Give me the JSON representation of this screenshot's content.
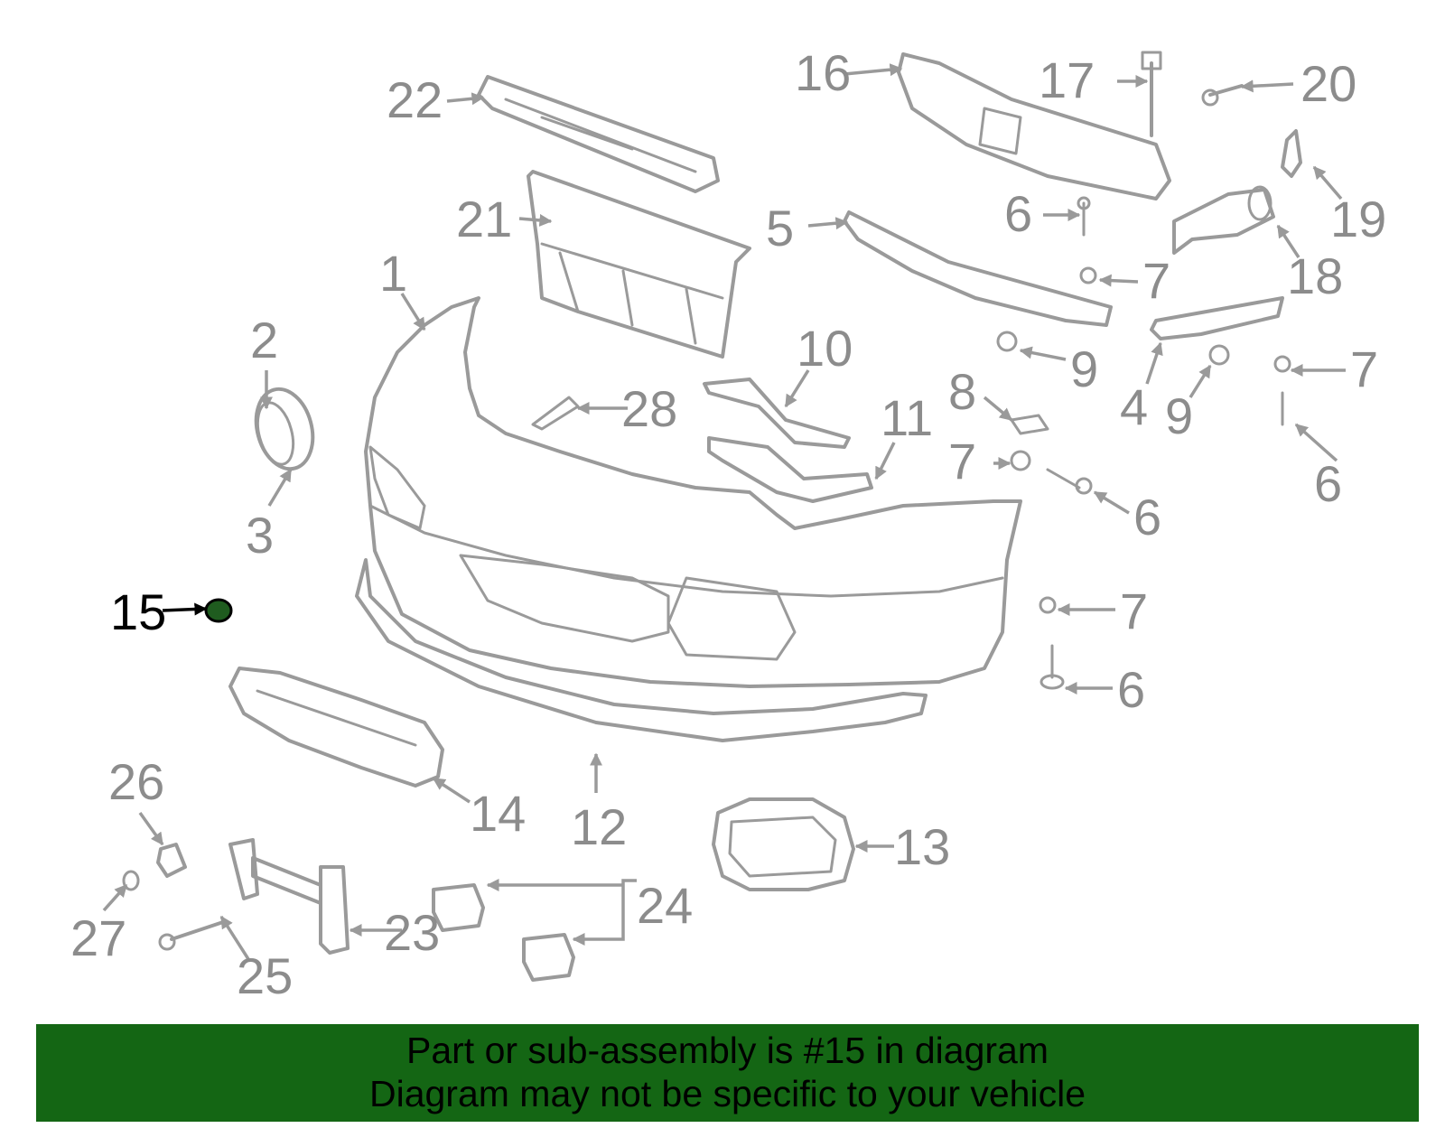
{
  "diagram": {
    "highlighted_part": "15",
    "highlight_color": "#1f5c1f",
    "part_color": "#9a9a9a",
    "callouts": [
      "1",
      "2",
      "3",
      "4",
      "5",
      "6",
      "7",
      "8",
      "9",
      "10",
      "11",
      "12",
      "13",
      "14",
      "15",
      "16",
      "17",
      "18",
      "19",
      "20",
      "21",
      "22",
      "23",
      "24",
      "25",
      "26",
      "27",
      "28"
    ],
    "repeat_callouts": [
      "6",
      "6",
      "6",
      "6",
      "7",
      "7",
      "7",
      "7",
      "9"
    ]
  },
  "banner": {
    "background": "#146614",
    "text_color": "#000000",
    "line1": "Part or sub-assembly is #15 in diagram",
    "line2": "Diagram may not be specific to your vehicle"
  }
}
